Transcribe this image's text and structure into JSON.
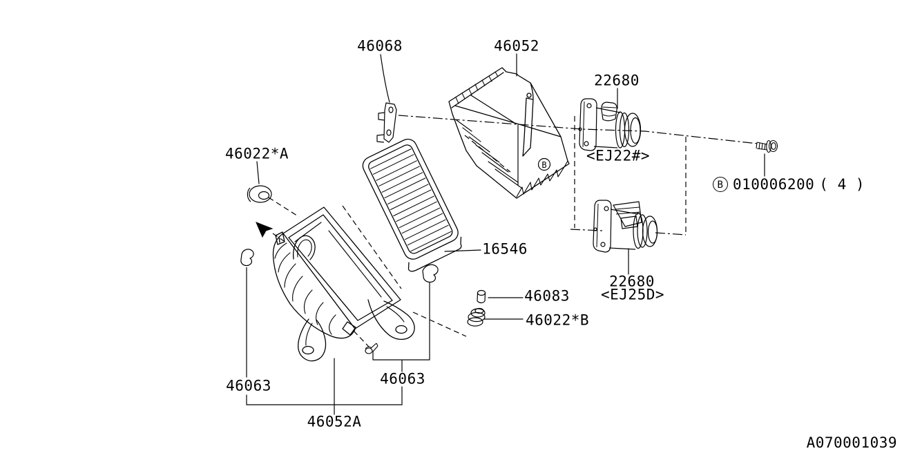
{
  "diagram": {
    "figure_id": "A070001039",
    "background_color": "#ffffff",
    "line_color": "#000000",
    "labels": {
      "bracket": "46068",
      "upper_case": "46052",
      "maf_sensor_ej22": "22680",
      "maf_sensor_ej22_variant": "<EJ22#>",
      "maf_sensor_ej25": "22680",
      "maf_sensor_ej25_variant": "<EJ25D>",
      "bolt_badge": "B",
      "bolt_part_number": "010006200",
      "bolt_quantity": "( 4  )",
      "grommet_a": "46022*A",
      "air_filter_element": "16546",
      "spacer": "46083",
      "cushion_b": "46022*B",
      "hook_front": "46063",
      "hook_rear": "46063",
      "lower_case": "46052A",
      "case_bolt_mark": "B"
    }
  }
}
